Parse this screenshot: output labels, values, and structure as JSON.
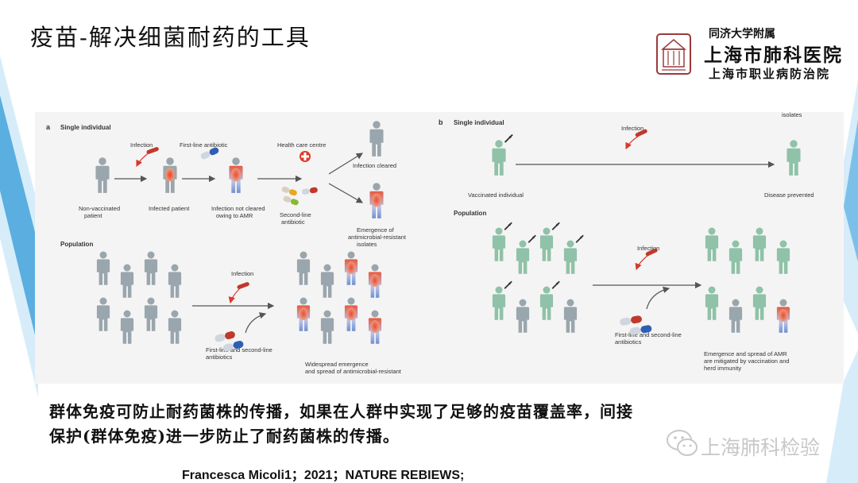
{
  "title": "疫苗-解决细菌耐药的工具",
  "institution": {
    "line1": "同济大学附属",
    "line2": "上海市肺科医院",
    "line3": "上海市职业病防治院"
  },
  "figure": {
    "a": {
      "label": "a",
      "single_individual": "Single individual",
      "infection": "Infection",
      "first_line_antibiotic": "First-line antibiotic",
      "health_care_centre": "Health care centre",
      "infection_cleared": "Infection cleared",
      "non_vaccinated_1": "Non-vaccinated",
      "non_vaccinated_2": "patient",
      "infected_patient": "Infected patient",
      "not_cleared_1": "Infection not cleared",
      "not_cleared_2": "owing to AMR",
      "second_line_1": "Second-line",
      "second_line_2": "antibiotic",
      "emergence_1": "Emergence of",
      "emergence_2": "antimicrobial-resistant",
      "emergence_3": "isolates",
      "population": "Population",
      "pop_infection": "Infection",
      "first_second_1": "First-line and second-line",
      "first_second_2": "antibiotics",
      "widespread_1": "Widespread emergence",
      "widespread_2": "and spread of antimicrobial-resistant"
    },
    "b": {
      "label": "b",
      "isolates_top": "isolates",
      "single_individual": "Single individual",
      "infection": "Infection",
      "vaccinated_individual": "Vaccinated individual",
      "disease_prevented": "Disease prevented",
      "population": "Population",
      "pop_infection": "Infection",
      "first_second_1": "First-line and second-line",
      "first_second_2": "antibiotics",
      "emergence_1": "Emergence and spread of AMR",
      "emergence_2": "are mitigated by vaccination and",
      "emergence_3": "herd immunity"
    }
  },
  "caption": {
    "line1": "群体免疫可防止耐药菌株的传播，如果在人群中实现了足够的疫苗覆盖率，间接",
    "line2": "保护(群体免疫)进一步防止了耐药菌株的传播。"
  },
  "watermark": "上海肺科检验",
  "reference": "Francesca Micoli1；2021；NATURE  REBIEWS;",
  "colors": {
    "grey_person": "#9aa6ad",
    "green_person": "#8fc2a8",
    "infection_red": "#f05a3c",
    "resistant_blue": "#6f8fd0",
    "deco_blue": "#5aaee0",
    "arrow_red": "#d8392c"
  },
  "icons": [
    "hospital-cross-icon",
    "syringe-icon",
    "pill-icon",
    "wechat-icon",
    "hospital-logo-icon"
  ]
}
